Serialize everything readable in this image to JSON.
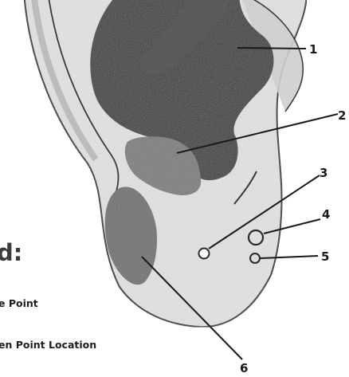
{
  "labels": {
    "one": "1",
    "two": "2",
    "three": "3",
    "four": "4",
    "five": "5",
    "six": "6"
  },
  "legend": {
    "heading": "d:",
    "items": [
      "e Point",
      "en Point Location"
    ]
  },
  "colors": {
    "ear_skin": "#e3e3e3",
    "ear_outline": "#2a2a2a",
    "concha_dark": "#3a3a3a",
    "region_mid": "#6f6f6f",
    "region_light": "#8c8c8c",
    "lobe_region": "#7a7a7a",
    "point_fill": "#ffffff",
    "point_stroke": "#2a2a2a",
    "leader_line": "#1a1a1a"
  }
}
